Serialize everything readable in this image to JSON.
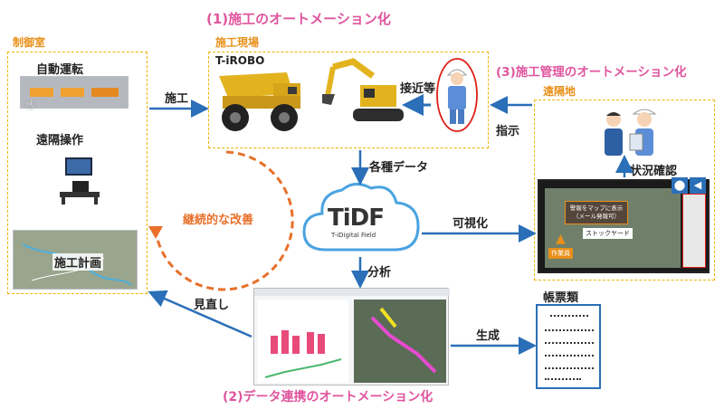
{
  "headings": {
    "construction_automation": "(1)施工のオートメーション化",
    "data_automation": "(2)データ連携のオートメーション化",
    "management_automation": "(3)施工管理のオートメーション化"
  },
  "control_room": {
    "title": "制御室",
    "auto_operation": "自動運転",
    "remote_operation": "遠隔操作",
    "construction_plan": "施工計画"
  },
  "site": {
    "title": "施工現場",
    "robo": "T-iROBO",
    "approach": "接近等"
  },
  "remote_site": {
    "title": "遠隔地",
    "status_check": "状況確認",
    "map_alert": "警報をマップに表示\n（メール発報可）",
    "stock_yard": "ストックヤード",
    "worker": "作業員"
  },
  "center": {
    "logo": "TiDF",
    "logo_sub": "T-iDigital Field",
    "improvement": "継続的な改善"
  },
  "flows": {
    "construction": "施工",
    "instruction": "指示",
    "various_data": "各種データ",
    "visualize": "可視化",
    "analysis": "分析",
    "review": "見直し",
    "generate": "生成"
  },
  "reports": {
    "title": "帳票類"
  },
  "colors": {
    "heading_pink": "#e0559e",
    "box_border": "#f0b400",
    "arrow_blue": "#2a6fb8",
    "improvement_orange": "#e8702a"
  }
}
